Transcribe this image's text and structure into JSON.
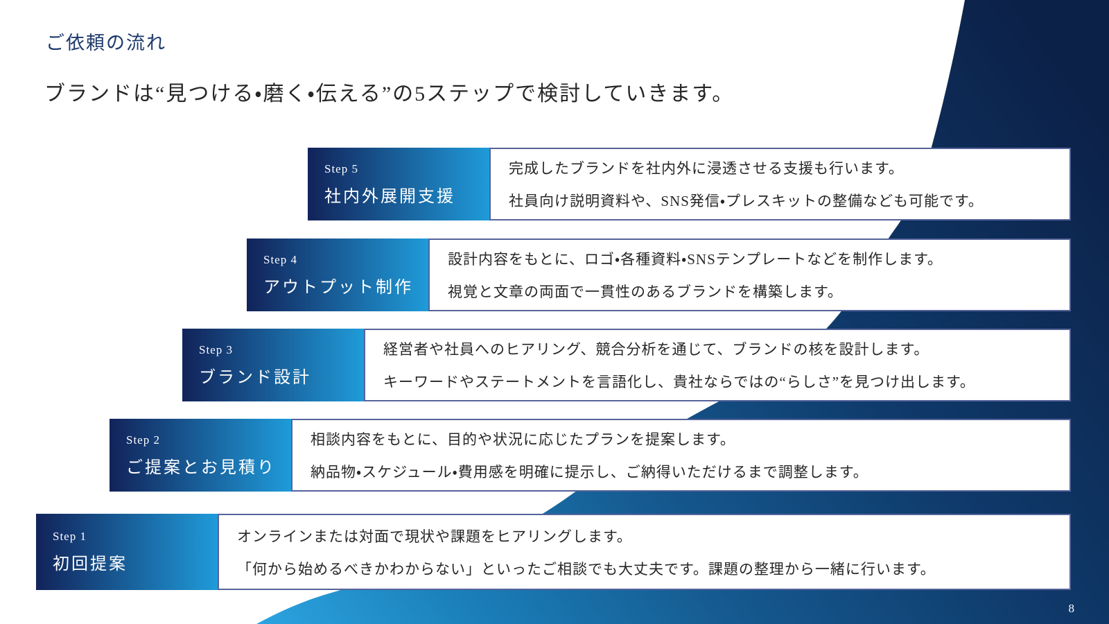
{
  "slide": {
    "title": "ご依頼の流れ",
    "subtitle": "ブランドは“見つける・磨く・伝える”の5ステップで検討していきます。",
    "page_number": "8"
  },
  "colors": {
    "title_text": "#1E3A6E",
    "body_text": "#262626",
    "label_gradient_start": "#12235A",
    "label_gradient_end": "#1F9BD9",
    "box_border": "#55639A",
    "swoosh_bright": "#2BA3DF",
    "swoosh_mid1": "#1B7FB9",
    "swoosh_mid2": "#15598F",
    "swoosh_mid3": "#0F3A6B",
    "swoosh_dark": "#0C2148"
  },
  "steps": [
    {
      "label": "Step 5",
      "title": "社内外展開支援",
      "line1": "完成したブランドを社内外に浸透させる支援も行います。",
      "line2": "社員向け説明資料や、SNS発信・プレスキットの整備なども可能です。"
    },
    {
      "label": "Step 4",
      "title": "アウトプット制作",
      "line1": "設計内容をもとに、ロゴ・各種資料・SNSテンプレートなどを制作します。",
      "line2": "視覚と文章の両面で一貫性のあるブランドを構築します。"
    },
    {
      "label": "Step 3",
      "title": "ブランド設計",
      "line1": "経営者や社員へのヒアリング、競合分析を通じて、ブランドの核を設計します。",
      "line2": "キーワードやステートメントを言語化し、貴社ならではの“らしさ”を見つけ出します。"
    },
    {
      "label": "Step 2",
      "title": "ご提案とお見積り",
      "line1": "相談内容をもとに、目的や状況に応じたプランを提案します。",
      "line2": "納品物・スケジュール・費用感を明確に提示し、ご納得いただけるまで調整します。"
    },
    {
      "label": "Step 1",
      "title": "初回提案",
      "line1": "オンラインまたは対面で現状や課題をヒアリングします。",
      "line2": "「何から始めるべきかわからない」といったご相談でも大丈夫です。課題の整理から一緒に行います。"
    }
  ]
}
